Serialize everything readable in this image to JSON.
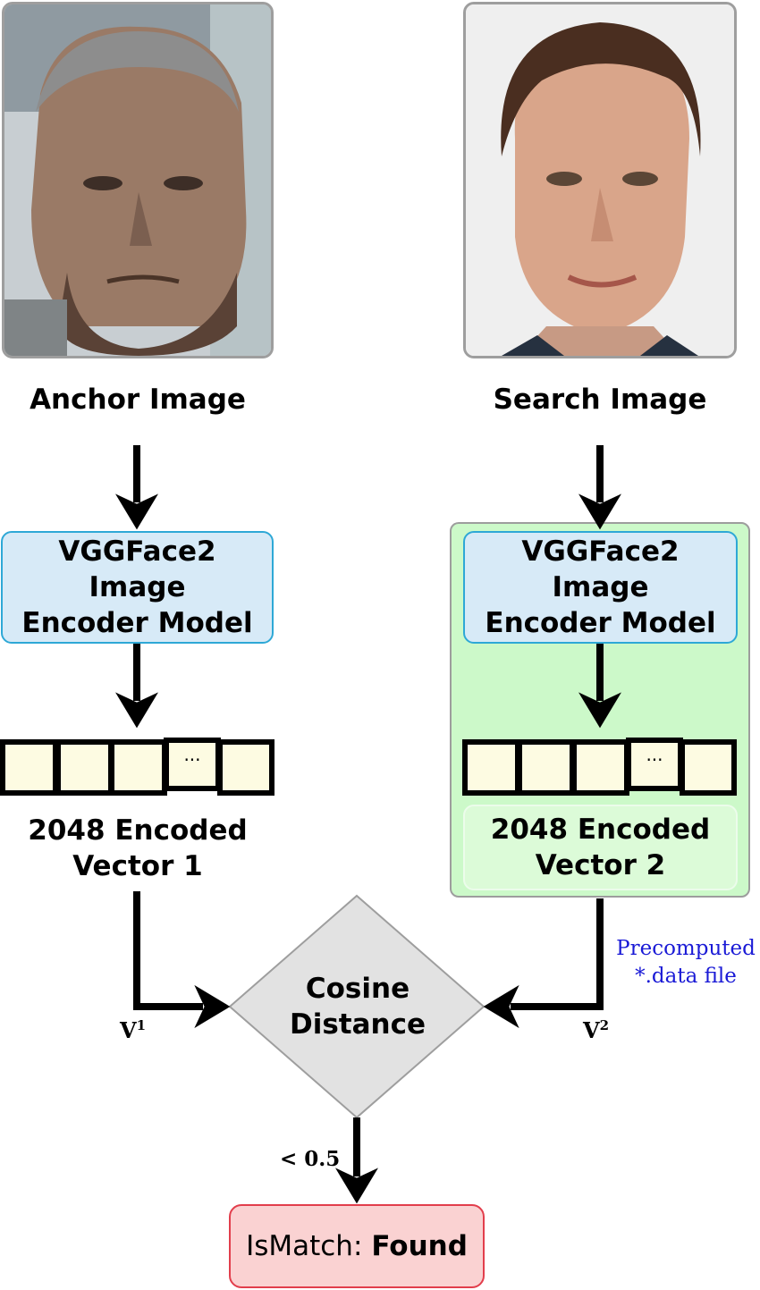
{
  "anchor": {
    "caption": "Anchor Image",
    "encoder_lines": [
      "VGGFace2",
      "Image",
      "Encoder Model"
    ],
    "vector_lines": [
      "2048 Encoded",
      "Vector 1"
    ],
    "vector_var": "V",
    "vector_var_sup": "1"
  },
  "search": {
    "caption": "Search Image",
    "encoder_lines": [
      "VGGFace2",
      "Image",
      "Encoder Model"
    ],
    "vector_lines": [
      "2048 Encoded",
      "Vector 2"
    ],
    "vector_var": "V",
    "vector_var_sup": "2",
    "note_lines": [
      "Precomputed",
      "*.data file"
    ]
  },
  "vector_cell_ellipsis": "···",
  "distance": {
    "lines": [
      "Cosine",
      "Distance"
    ],
    "threshold": "< 0.5"
  },
  "result": {
    "label": "IsMatch:",
    "value": "Found"
  },
  "colors": {
    "encoder_fill": "#d7eaf7",
    "encoder_border": "#2ea8d6",
    "precomputed_panel": "#ccf9c9",
    "vector_cell": "#fdfbe2",
    "diamond": "#e2e2e2",
    "result_fill": "#fad2d2",
    "result_border": "#e23e4c",
    "note_text": "#1a1ad6"
  }
}
